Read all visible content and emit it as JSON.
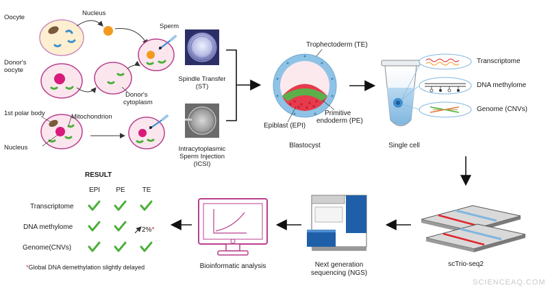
{
  "top_left": {
    "oocyte": "Oocyte",
    "nucleus_top": "Nucleus",
    "sperm": "Sperm",
    "donors_oocyte_line1": "Donor's",
    "donors_oocyte_line2": "oocyte",
    "donors_cytoplasm_line1": "Donor's",
    "donors_cytoplasm_line2": "cytoplasm",
    "polar_body": "1st polar body",
    "mitochondrion": "Mitochondrion",
    "nucleus_bottom": "Nucleus"
  },
  "methods": {
    "st_line1": "Spindle Transfer",
    "st_line2": "(ST)",
    "icsi_line1": "Intracytoplasmic",
    "icsi_line2": "Sperm Injection",
    "icsi_line3": "(ICSI)"
  },
  "blastocyst": {
    "te": "Trophectoderm (TE)",
    "pe_line1": "Primitive",
    "pe_line2": "endoderm (PE)",
    "epi": "Epiblast (EPI)",
    "caption": "Blastocyst"
  },
  "single_cell": {
    "transcriptome": "Transcriptome",
    "methylome": "DNA methylome",
    "genome": "Genome (CNVs)",
    "caption": "Single cell"
  },
  "pipeline": {
    "sctrio": "scTrio-seq2",
    "ngs_line1": "Next generation",
    "ngs_line2": "sequencing (NGS)",
    "bioinfo": "Bioinformatic analysis"
  },
  "result": {
    "title": "RESULT",
    "columns": [
      "EPI",
      "PE",
      "TE"
    ],
    "rows": [
      "Transcriptome",
      "DNA methylome",
      "Genome(CNVs)"
    ],
    "flag_value": "2%",
    "flag_mark": "*",
    "footnote_mark": "*",
    "footnote": "Global DNA demethylation slightly delayed"
  },
  "watermark": "SCIENCEAQ.COM",
  "colors": {
    "check": "#4caf3a",
    "red": "#e0242b",
    "magenta": "#c8287a",
    "orange": "#f29a1f",
    "blue_cells": "#8fc3e6",
    "purple_outline": "#b83c8c"
  }
}
